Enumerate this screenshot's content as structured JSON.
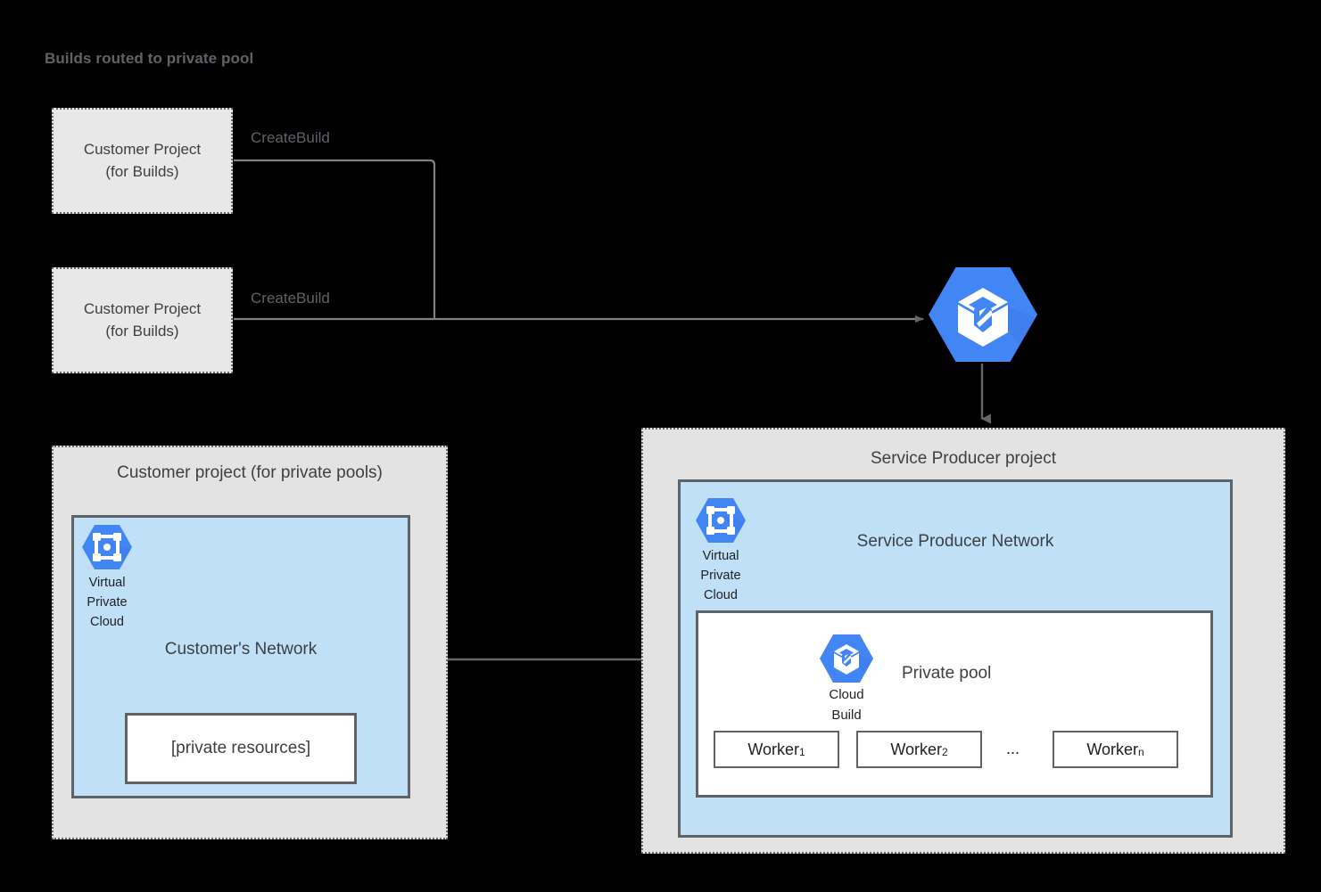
{
  "title": "Builds routed to private pool",
  "colors": {
    "background": "#000000",
    "panel_fill": "#e3e3e3",
    "panel_border": "#6b6b6b",
    "network_fill": "#c0e0f7",
    "network_border": "#5f6368",
    "box_fill": "#ffffff",
    "customer_box_fill": "#e8e8e8",
    "gcp_blue": "#4285f4",
    "line": "#666666",
    "title_text": "#5f6368",
    "body_text": "#3c4043"
  },
  "flow": {
    "customer_build_projects": [
      {
        "line1": "Customer Project",
        "line2": "(for Builds)",
        "edge_label": "CreateBuild"
      },
      {
        "line1": "Customer Project",
        "line2": "(for Builds)",
        "edge_label": "CreateBuild"
      }
    ],
    "cloud_build_icon_name": "cloud-build-icon"
  },
  "customer_project_panel": {
    "title": "Customer project (for private pools)",
    "network": {
      "title": "Customer's Network",
      "vpc": {
        "line1": "Virtual",
        "line2": "Private",
        "line3": "Cloud"
      },
      "resources_box": "[private resources]"
    }
  },
  "service_producer_panel": {
    "title": "Service Producer project",
    "network": {
      "title": "Service Producer Network",
      "vpc": {
        "line1": "Virtual",
        "line2": "Private",
        "line3": "Cloud"
      },
      "private_pool": {
        "title": "Private pool",
        "cloud_build": {
          "line1": "Cloud",
          "line2": "Build"
        },
        "workers": [
          {
            "label": "Worker",
            "subscript": "1"
          },
          {
            "label": "Worker",
            "subscript": "2"
          },
          {
            "label": "Worker",
            "subscript": "n"
          }
        ],
        "ellipsis": "..."
      }
    }
  },
  "connections": {
    "peering_arrow": "bidirectional",
    "build_to_cloudbuild": "unidirectional",
    "cloudbuild_to_producer": "unidirectional"
  }
}
